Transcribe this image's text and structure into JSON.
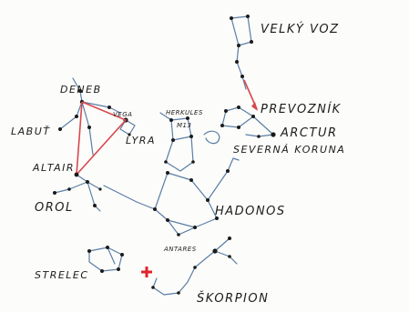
{
  "labels": {
    "velky_voz": "VELKÝ VOZ",
    "deneb": "DENEB",
    "labut": "LABUŤ",
    "vega": "VEGA",
    "lyra": "LYRA",
    "herkules": "HERKULES",
    "m13": "M13",
    "prevoznik": "PREVOZNÍK",
    "arctur": "ARCTUR",
    "severna_koruna": "SEVERNÁ KORUNA",
    "altair": "ALTAIR",
    "orol": "OROL",
    "hadonos": "HADONOS",
    "antares": "ANTARES",
    "strelec": "STRELEC",
    "skorpion": "ŠKORPION"
  },
  "colors": {
    "line": "#5a7ea6",
    "triangle": "#d8484e",
    "marker": "#e0242c",
    "ink": "#1c1c1c"
  }
}
